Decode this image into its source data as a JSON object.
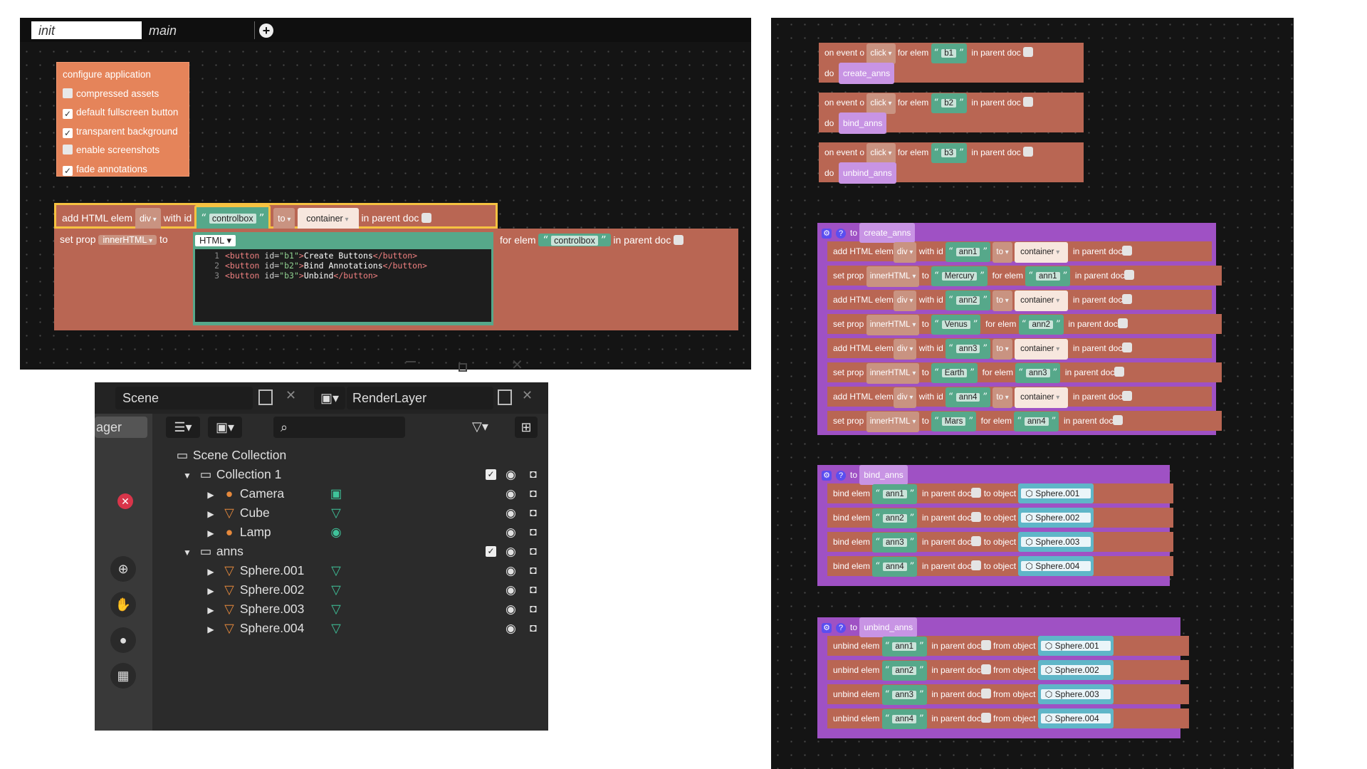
{
  "left_editor": {
    "tabs": [
      "init",
      "main"
    ],
    "config_block": {
      "title": "configure application",
      "options": [
        {
          "label": "compressed assets",
          "checked": false
        },
        {
          "label": "default fullscreen button",
          "checked": true
        },
        {
          "label": "transparent background",
          "checked": true
        },
        {
          "label": "enable screenshots",
          "checked": false
        },
        {
          "label": "fade annotations",
          "checked": true
        }
      ]
    },
    "add_block": {
      "label": "add HTML elem",
      "tag": "div",
      "with_id": "with id",
      "id": "controlbox",
      "to": "to",
      "target": "container",
      "in_parent": "in parent doc"
    },
    "set_block": {
      "label": "set prop",
      "prop": "innerHTML",
      "to": "to",
      "type": "HTML",
      "for_elem": "for elem",
      "elem": "controlbox",
      "in_parent": "in parent doc",
      "code_lines": [
        {
          "n": "1",
          "id": "b1",
          "text": "Create Buttons"
        },
        {
          "n": "2",
          "id": "b2",
          "text": "Bind Annotations"
        },
        {
          "n": "3",
          "id": "b3",
          "text": "Unbind"
        }
      ]
    }
  },
  "right_editor": {
    "events": [
      {
        "on": "on event o",
        "event": "click",
        "for": "for elem",
        "elem": "b1",
        "parent": "in parent doc",
        "do": "do",
        "proc": "create_anns"
      },
      {
        "on": "on event o",
        "event": "click",
        "for": "for elem",
        "elem": "b2",
        "parent": "in parent doc",
        "do": "do",
        "proc": "bind_anns"
      },
      {
        "on": "on event o",
        "event": "click",
        "for": "for elem",
        "elem": "b3",
        "parent": "in parent doc",
        "do": "do",
        "proc": "unbind_anns"
      }
    ],
    "create": {
      "to": "to",
      "name": "create_anns",
      "rows": [
        {
          "kind": "add",
          "a": "add HTML elem",
          "tag": "div",
          "b": "with id",
          "id": "ann1",
          "c": "to",
          "target": "container",
          "d": "in parent doc"
        },
        {
          "kind": "set",
          "a": "set prop",
          "prop": "innerHTML",
          "b": "to",
          "val": "Mercury",
          "c": "for elem",
          "elem": "ann1",
          "d": "in parent doc"
        },
        {
          "kind": "add",
          "a": "add HTML elem",
          "tag": "div",
          "b": "with id",
          "id": "ann2",
          "c": "to",
          "target": "container",
          "d": "in parent doc"
        },
        {
          "kind": "set",
          "a": "set prop",
          "prop": "innerHTML",
          "b": "to",
          "val": "Venus",
          "c": "for elem",
          "elem": "ann2",
          "d": "in parent doc"
        },
        {
          "kind": "add",
          "a": "add HTML elem",
          "tag": "div",
          "b": "with id",
          "id": "ann3",
          "c": "to",
          "target": "container",
          "d": "in parent doc"
        },
        {
          "kind": "set",
          "a": "set prop",
          "prop": "innerHTML",
          "b": "to",
          "val": "Earth",
          "c": "for elem",
          "elem": "ann3",
          "d": "in parent doc"
        },
        {
          "kind": "add",
          "a": "add HTML elem",
          "tag": "div",
          "b": "with id",
          "id": "ann4",
          "c": "to",
          "target": "container",
          "d": "in parent doc"
        },
        {
          "kind": "set",
          "a": "set prop",
          "prop": "innerHTML",
          "b": "to",
          "val": "Mars",
          "c": "for elem",
          "elem": "ann4",
          "d": "in parent doc"
        }
      ]
    },
    "bind": {
      "to": "to",
      "name": "bind_anns",
      "rows": [
        {
          "a": "bind elem",
          "elem": "ann1",
          "b": "in parent doc",
          "c": "to object",
          "obj": "Sphere.001"
        },
        {
          "a": "bind elem",
          "elem": "ann2",
          "b": "in parent doc",
          "c": "to object",
          "obj": "Sphere.002"
        },
        {
          "a": "bind elem",
          "elem": "ann3",
          "b": "in parent doc",
          "c": "to object",
          "obj": "Sphere.003"
        },
        {
          "a": "bind elem",
          "elem": "ann4",
          "b": "in parent doc",
          "c": "to object",
          "obj": "Sphere.004"
        }
      ]
    },
    "unbind": {
      "to": "to",
      "name": "unbind_anns",
      "rows": [
        {
          "a": "unbind elem",
          "elem": "ann1",
          "b": "in parent doc",
          "c": "from object",
          "obj": "Sphere.001"
        },
        {
          "a": "unbind elem",
          "elem": "ann2",
          "b": "in parent doc",
          "c": "from object",
          "obj": "Sphere.002"
        },
        {
          "a": "unbind elem",
          "elem": "ann3",
          "b": "in parent doc",
          "c": "from object",
          "obj": "Sphere.003"
        },
        {
          "a": "unbind elem",
          "elem": "ann4",
          "b": "in parent doc",
          "c": "from object",
          "obj": "Sphere.004"
        }
      ]
    }
  },
  "outliner": {
    "scene": "Scene",
    "render_layer": "RenderLayer",
    "side_tab": "ager",
    "tree": [
      {
        "label": "Scene Collection",
        "indent": 0,
        "icon": "collection-icon",
        "arrow": "",
        "glyph": "▭"
      },
      {
        "label": "Collection 1",
        "indent": 1,
        "icon": "collection-icon",
        "arrow": "▼",
        "glyph": "▭",
        "check": true
      },
      {
        "label": "Camera",
        "indent": 2,
        "icon": "camera-icon",
        "arrow": "▶",
        "glyph": "●",
        "extra": "camera-data-icon"
      },
      {
        "label": "Cube",
        "indent": 2,
        "icon": "mesh-icon",
        "arrow": "▶",
        "glyph": "▽",
        "extra": "mesh-data-icon"
      },
      {
        "label": "Lamp",
        "indent": 2,
        "icon": "lamp-icon",
        "arrow": "▶",
        "glyph": "●",
        "extra": "lamp-data-icon"
      },
      {
        "label": "anns",
        "indent": 1,
        "icon": "collection-icon",
        "arrow": "▼",
        "glyph": "▭",
        "check": true
      },
      {
        "label": "Sphere.001",
        "indent": 2,
        "icon": "mesh-icon",
        "arrow": "▶",
        "glyph": "▽",
        "extra": "mesh-data-icon"
      },
      {
        "label": "Sphere.002",
        "indent": 2,
        "icon": "mesh-icon",
        "arrow": "▶",
        "glyph": "▽",
        "extra": "mesh-data-icon"
      },
      {
        "label": "Sphere.003",
        "indent": 2,
        "icon": "mesh-icon",
        "arrow": "▶",
        "glyph": "▽",
        "extra": "mesh-data-icon"
      },
      {
        "label": "Sphere.004",
        "indent": 2,
        "icon": "mesh-icon",
        "arrow": "▶",
        "glyph": "▽",
        "extra": "mesh-data-icon"
      }
    ]
  }
}
